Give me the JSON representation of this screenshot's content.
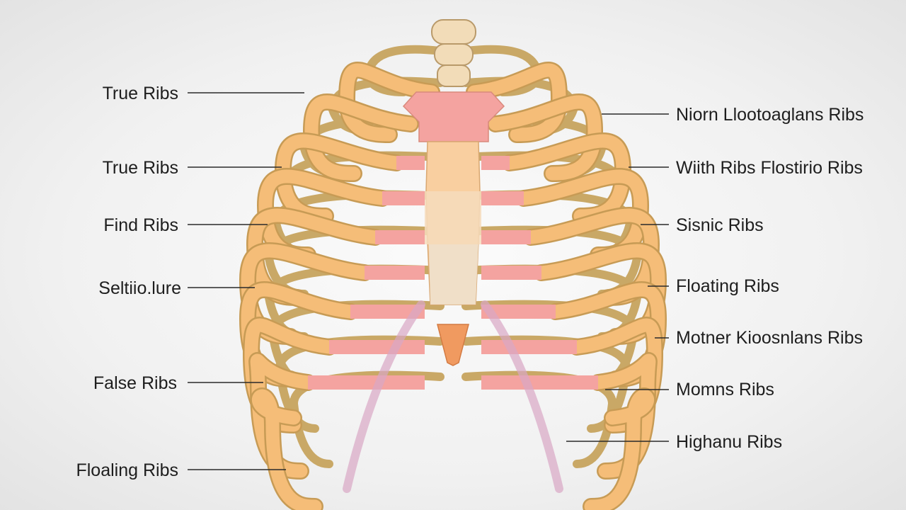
{
  "colors": {
    "rib_fill": "#f5bd78",
    "rib_outline": "#c79b55",
    "back_rib": "#c9a866",
    "cartilage": "#f4a3a0",
    "sternum": "#f9cfa0",
    "spine": "#f2dcb8",
    "xiphoid": "#f09a60",
    "leader": "#2a2a2a",
    "background": "#f4f4f4"
  },
  "labels": {
    "left": [
      {
        "text": "True Ribs"
      },
      {
        "text": "True Ribs"
      },
      {
        "text": "Find Ribs"
      },
      {
        "text": "Seltiio.lure"
      },
      {
        "text": "False Ribs"
      },
      {
        "text": "Floaling Ribs"
      }
    ],
    "right": [
      {
        "text": "Niorn Llootoaglans Ribs"
      },
      {
        "text": "Wiith Ribs Flostirio Ribs"
      },
      {
        "text": "Sisnic Ribs"
      },
      {
        "text": "Floating Ribs"
      },
      {
        "text": "Motner Kioosnlans Ribs"
      },
      {
        "text": "Momns Ribs"
      },
      {
        "text": "Highanu Ribs"
      }
    ]
  }
}
